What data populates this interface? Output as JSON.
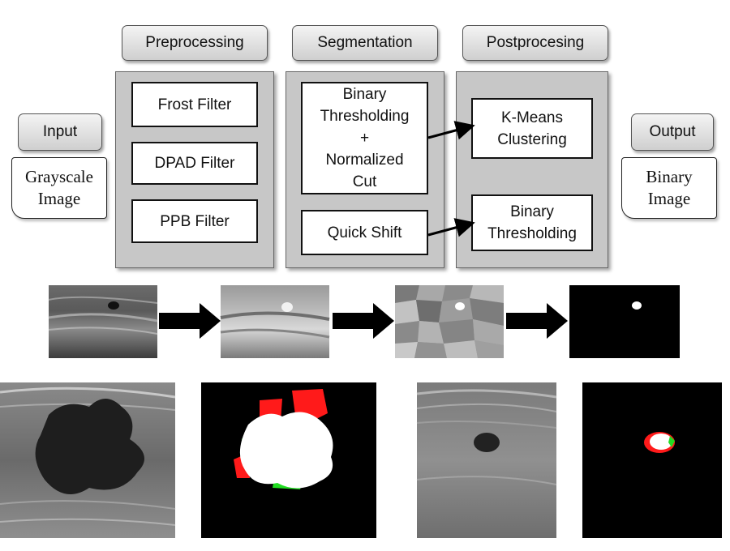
{
  "headers": {
    "input": "Input",
    "preprocessing": "Preprocessing",
    "segmentation": "Segmentation",
    "postprocessing": "Postprocesing",
    "output": "Output"
  },
  "input_doc": "Grayscale\nImage",
  "output_doc": "Binary\nImage",
  "preprocessing_steps": [
    "Frost Filter",
    "DPAD Filter",
    "PPB Filter"
  ],
  "segmentation_steps": [
    "Binary\nThresholding\n+\nNormalized\nCut",
    "Quick Shift"
  ],
  "postprocessing_steps": [
    "K-Means\nClustering",
    "Binary\nThresholding"
  ],
  "colors": {
    "panel": "#c7c7c7",
    "header_top": "#f4f4f4",
    "header_bottom": "#cfcfcf",
    "arrow": "#000000",
    "overlay_red": "#ff1a1a",
    "overlay_green": "#22dd22"
  },
  "icons": [
    "arrow-right-icon"
  ]
}
